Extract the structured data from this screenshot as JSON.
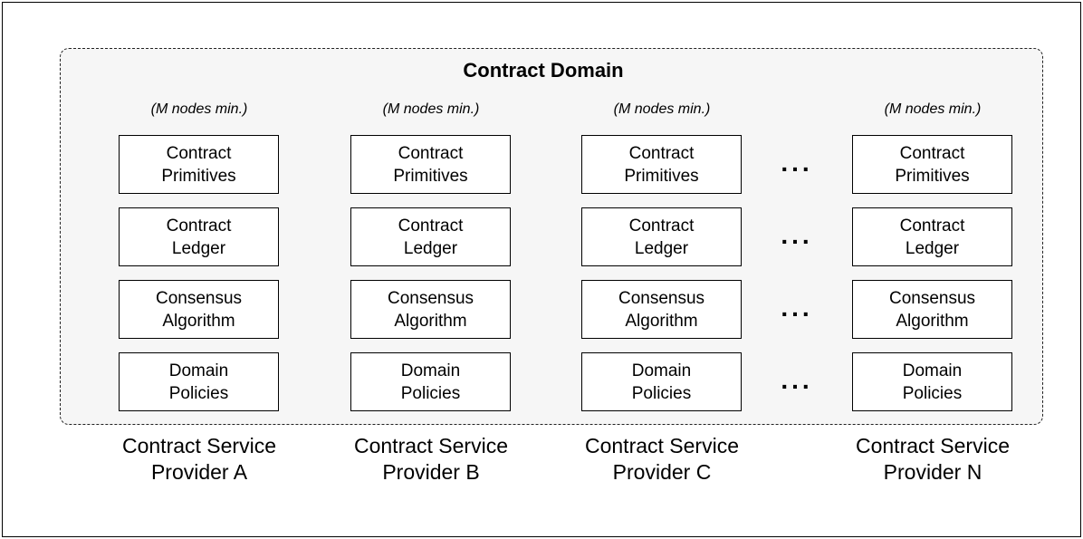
{
  "domain": {
    "title": "Contract Domain"
  },
  "providers": [
    {
      "note": "(M nodes min.)",
      "components": [
        {
          "line1": "Contract",
          "line2": "Primitives"
        },
        {
          "line1": "Contract",
          "line2": "Ledger"
        },
        {
          "line1": "Consensus",
          "line2": "Algorithm"
        },
        {
          "line1": "Domain",
          "line2": "Policies"
        }
      ],
      "caption_line1": "Contract Service",
      "caption_line2": "Provider A"
    },
    {
      "note": "(M nodes min.)",
      "components": [
        {
          "line1": "Contract",
          "line2": "Primitives"
        },
        {
          "line1": "Contract",
          "line2": "Ledger"
        },
        {
          "line1": "Consensus",
          "line2": "Algorithm"
        },
        {
          "line1": "Domain",
          "line2": "Policies"
        }
      ],
      "caption_line1": "Contract Service",
      "caption_line2": "Provider B"
    },
    {
      "note": "(M nodes min.)",
      "components": [
        {
          "line1": "Contract",
          "line2": "Primitives"
        },
        {
          "line1": "Contract",
          "line2": "Ledger"
        },
        {
          "line1": "Consensus",
          "line2": "Algorithm"
        },
        {
          "line1": "Domain",
          "line2": "Policies"
        }
      ],
      "caption_line1": "Contract Service",
      "caption_line2": "Provider C"
    },
    {
      "note": "(M nodes min.)",
      "components": [
        {
          "line1": "Contract",
          "line2": "Primitives"
        },
        {
          "line1": "Contract",
          "line2": "Ledger"
        },
        {
          "line1": "Consensus",
          "line2": "Algorithm"
        },
        {
          "line1": "Domain",
          "line2": "Policies"
        }
      ],
      "caption_line1": "Contract Service",
      "caption_line2": "Provider N"
    }
  ],
  "ellipsis": "...",
  "colors": {
    "border": "#000000",
    "domain_fill": "#f6f6f6",
    "box_fill": "#ffffff"
  }
}
